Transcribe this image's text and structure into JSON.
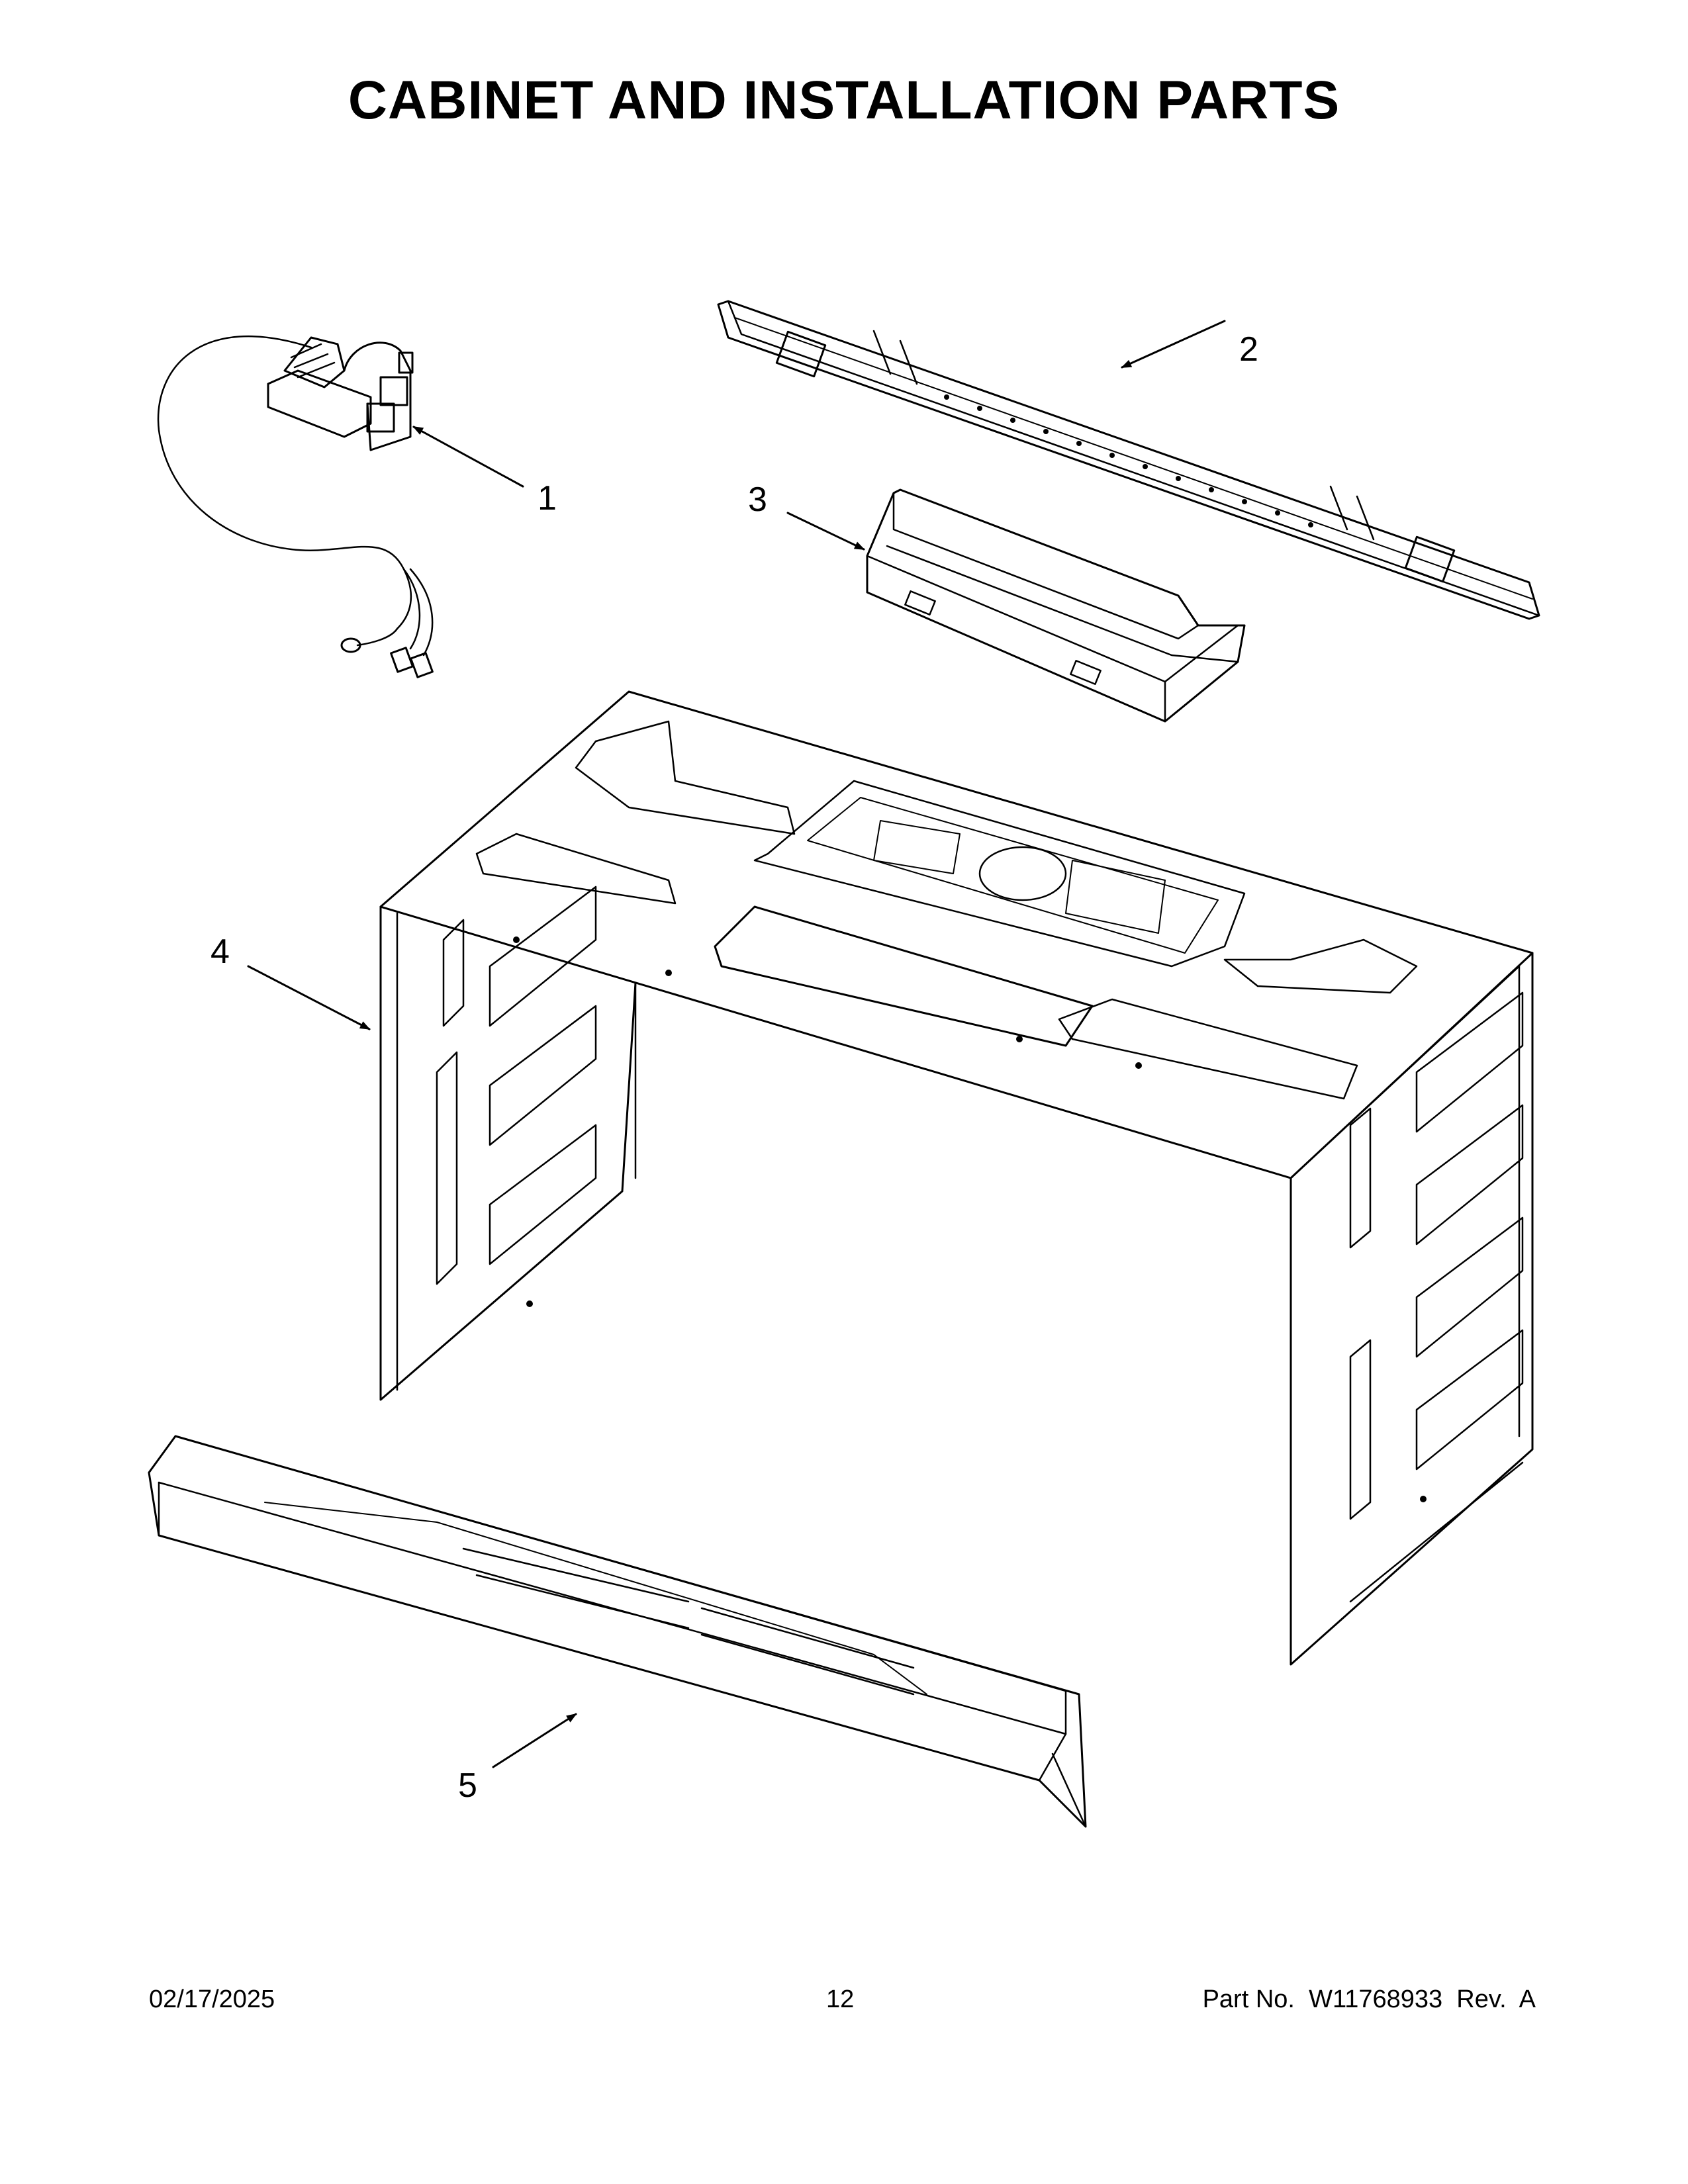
{
  "title": "CABINET AND INSTALLATION PARTS",
  "callouts": [
    "1",
    "2",
    "3",
    "4",
    "5"
  ],
  "footer": {
    "date": "02/17/2025",
    "page": "12",
    "part": "Part No.  W11768933  Rev.  A"
  }
}
